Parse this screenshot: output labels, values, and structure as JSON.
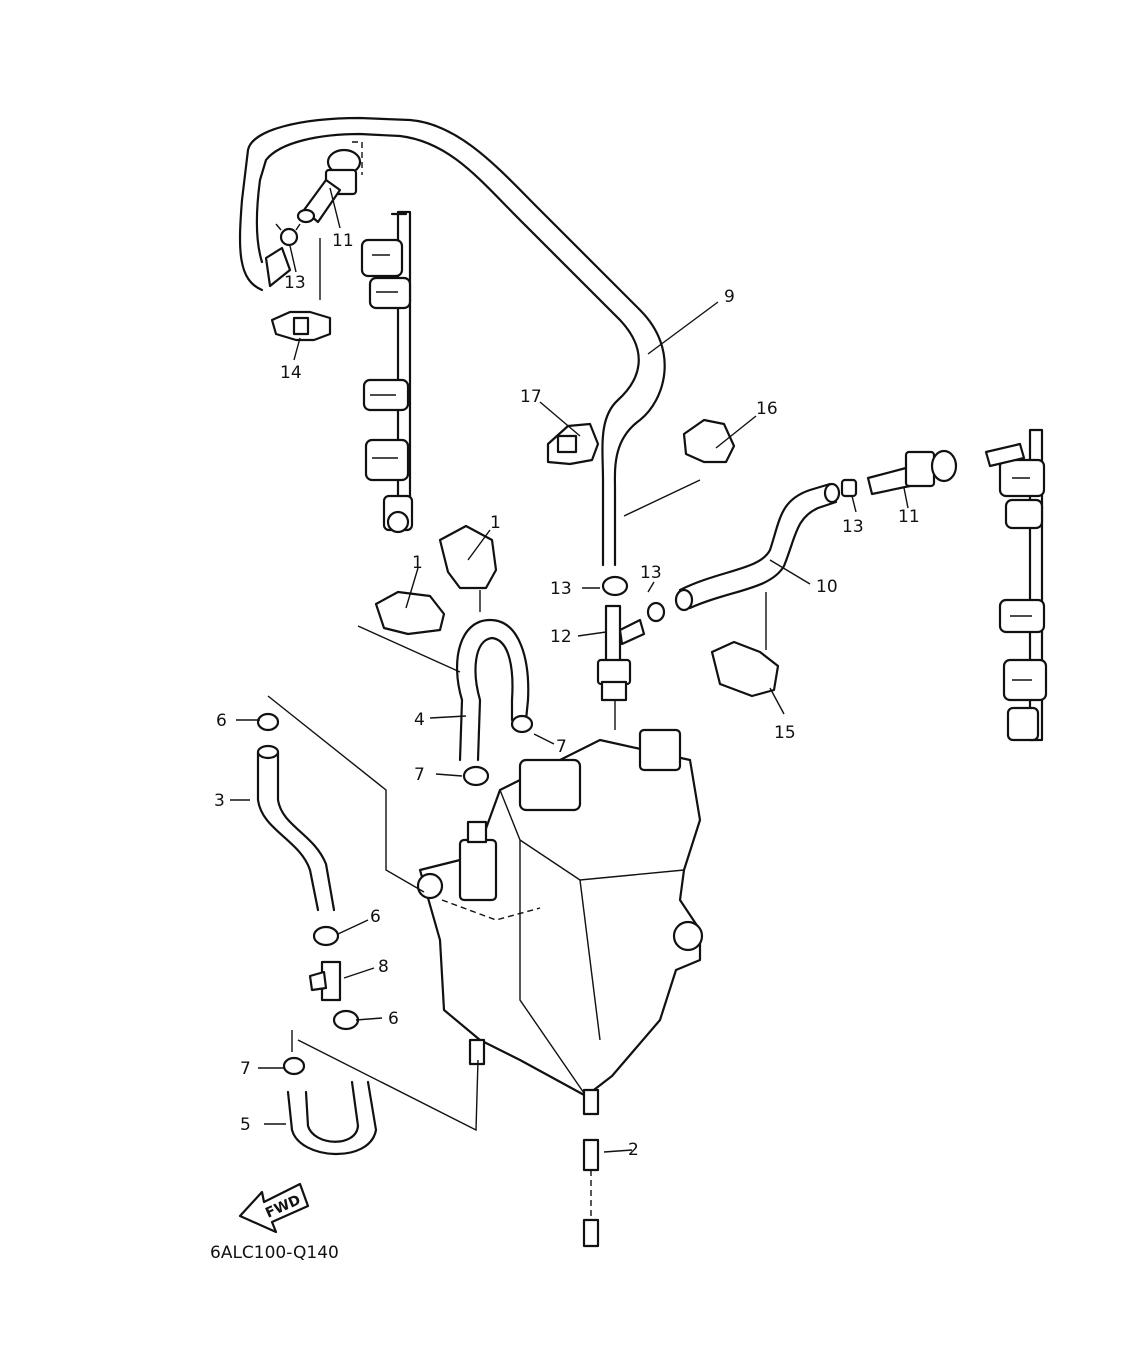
{
  "diagram": {
    "drawing_code": "6ALC100-Q140",
    "direction_label": "FWD",
    "callouts": [
      "1",
      "1",
      "2",
      "3",
      "4",
      "5",
      "6",
      "6",
      "6",
      "7",
      "7",
      "7",
      "8",
      "9",
      "10",
      "11",
      "11",
      "12",
      "13",
      "13",
      "13",
      "13",
      "14",
      "15",
      "16",
      "17"
    ]
  }
}
